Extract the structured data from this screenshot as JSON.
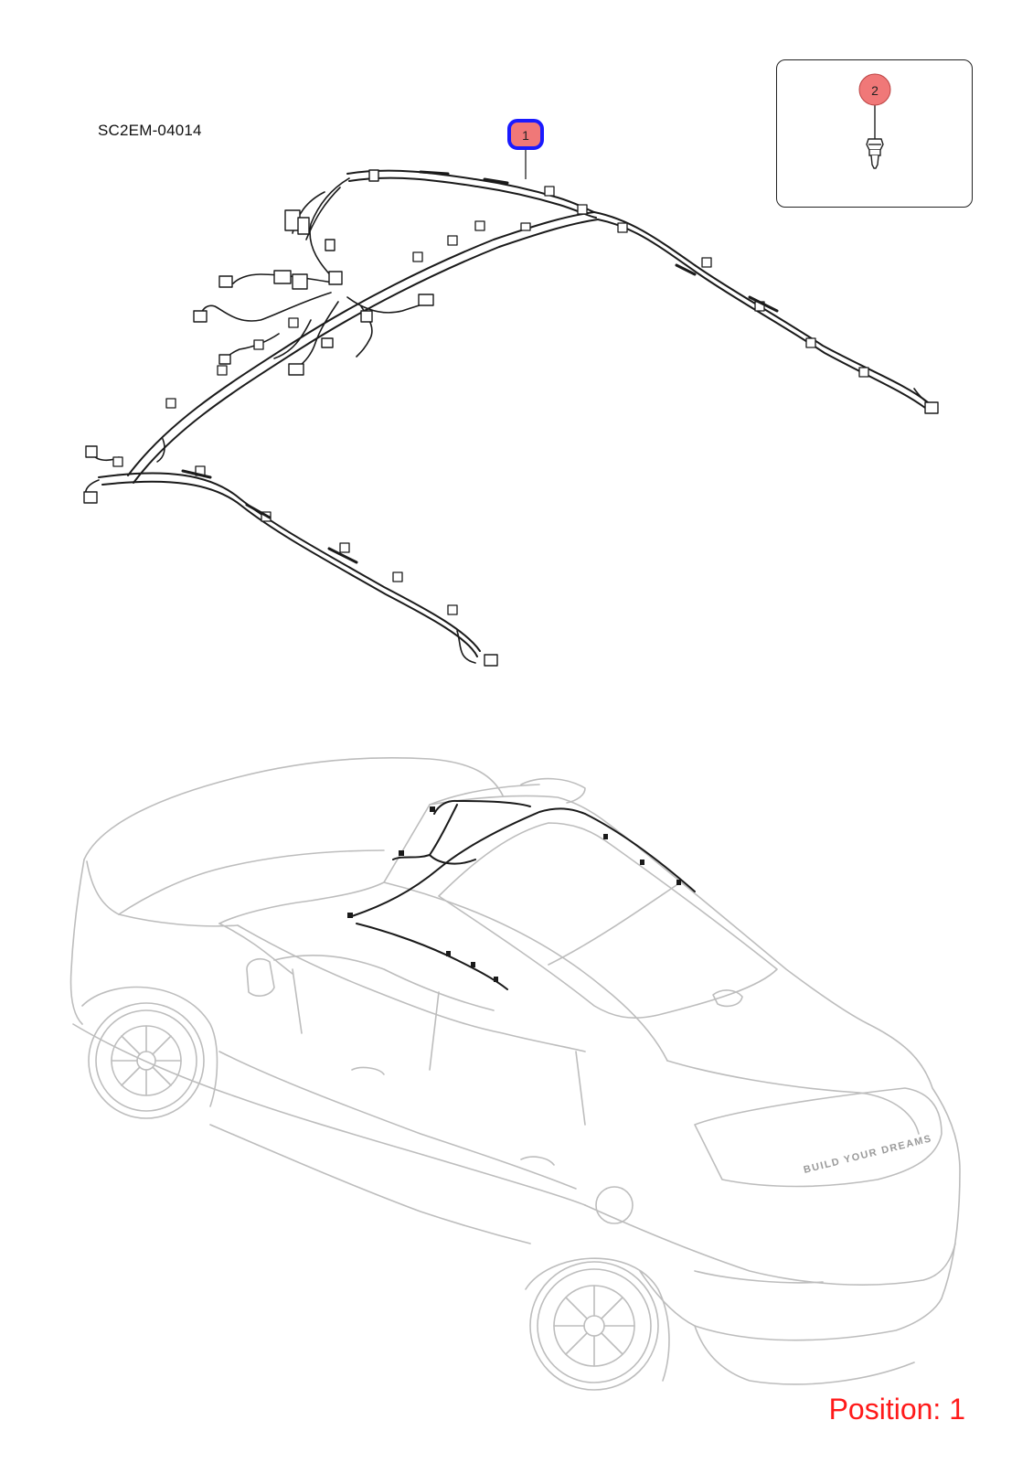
{
  "diagram": {
    "code": "SC2EM-04014",
    "position_label": "Position: 1",
    "callouts": [
      {
        "number": "1",
        "part": "roof wiring harness",
        "selected": true
      },
      {
        "number": "2",
        "part": "harness clip",
        "selected": false
      }
    ],
    "car_lettering": "BUILD YOUR DREAMS",
    "colors": {
      "callout_fill": "#f07878",
      "selected_ring": "#1a1aff",
      "position_text": "#ff1a1a",
      "harness_line": "#1a1a1a",
      "car_line": "#bdbdbd"
    }
  }
}
